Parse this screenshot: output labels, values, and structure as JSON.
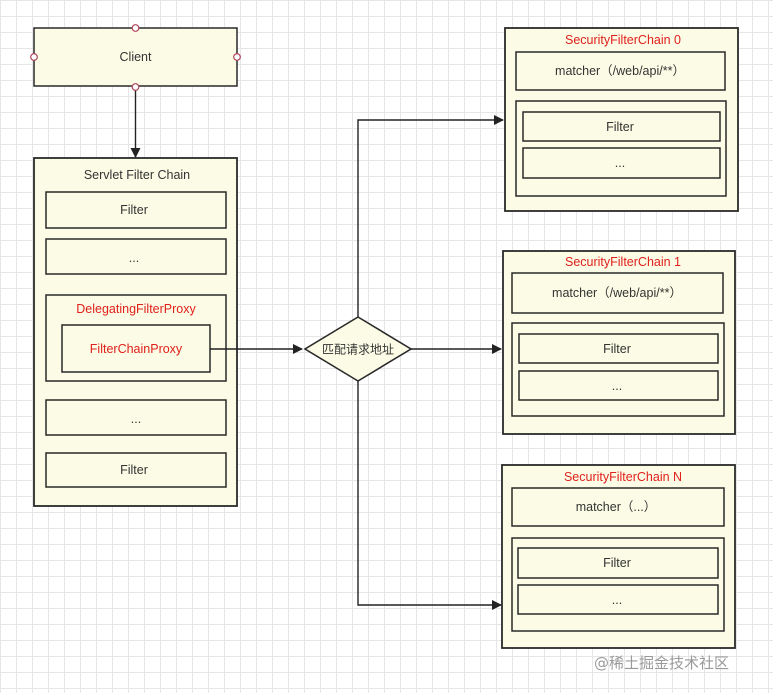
{
  "nodes": {
    "client": "Client",
    "servlet_chain": {
      "title": "Servlet Filter Chain",
      "filter_top": "Filter",
      "ellipsis_top": "...",
      "delegating_proxy": "DelegatingFilterProxy",
      "filter_chain_proxy": "FilterChainProxy",
      "ellipsis_bottom": "...",
      "filter_bottom": "Filter"
    },
    "decision": "匹配请求地址",
    "chains": [
      {
        "title": "SecurityFilterChain 0",
        "matcher": "matcher（/web/api/**）",
        "filter": "Filter",
        "ellipsis": "..."
      },
      {
        "title": "SecurityFilterChain 1",
        "matcher": "matcher（/web/api/**）",
        "filter": "Filter",
        "ellipsis": "..."
      },
      {
        "title": "SecurityFilterChain N",
        "matcher": "matcher（...）",
        "filter": "Filter",
        "ellipsis": "..."
      }
    ]
  },
  "watermark": "@稀土掘金技术社区",
  "colors": {
    "box_fill": "#fcfce6",
    "border": "#2a2a2a",
    "highlight_text": "#e0201c",
    "text": "#333333"
  }
}
